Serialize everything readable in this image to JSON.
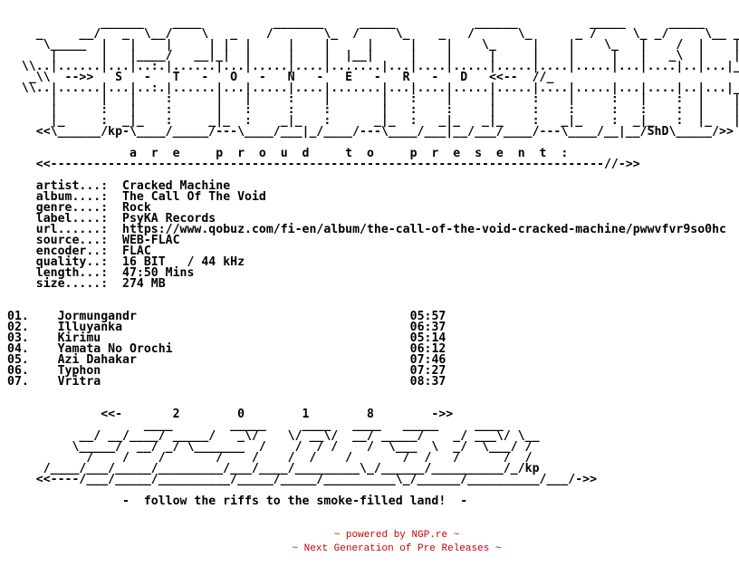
{
  "nfo": {
    "logo_top": "\n             ______    ____          _______     _____           ______          _____      _____\n    _     __/   _  \\__/    \\   _    /       \\_  /     \\_    _   /      \\_      _ /     \\_ _/     \\__ _\n     \\_____  |   |    |     | |  |     |    |     |     |    |    \\_     |    |    \\_   |    /  |    |\n      |      |   |____/   __|_|  |     |    |  |__|     |    |     |     |    |     |   |   _\\  |    |\n  \\\\..|......|...|..:.|......|...|.....|....|.......|...|....|.....|.....|....|.....|...|....|..|...|_//",
    "stoned_line": "   _\\\\  -->>   S   -   T   -   O   -   N   -   E   -   R   -   D   <<--  //_",
    "logo_bottom": "  \\\\..|......|...|..:.|......|...|.....|....|.......|...|....|.....|.....|....|.....|...|....|..|...|_//\n      |      |   |    :      |   |     :    |       |   :    |     |     :    |     :   |    :  |    |\n      |      :   |    :      |   :     :    :       |   :    :     |     :    :     :   :    :  |    |\n      |_     :  _|_   :     _|_  :    _|_   :      _|_  :   _|_   _|_    :   _|_    :  _|_   :  |_   |\n    <<\\______/kp-\\____/_____/---\\____/___|_/____/---\\____/___|__/___/____/---\\____/__|__/ShD\\_____/>>",
    "present_line": "                 a  r  e     p  r  o  u  d     t  o     p  r  e  s  e  n  t  :",
    "present_rule": "    <<-----------------------------------------------------------------------------//->>"
  },
  "info": [
    {
      "label": "artist...:",
      "value": "Cracked Machine"
    },
    {
      "label": "album....:",
      "value": "The Call Of The Void"
    },
    {
      "label": "genre....:",
      "value": "Rock"
    },
    {
      "label": "label....:",
      "value": "PsyKA Records"
    },
    {
      "label": "url......:",
      "value": "https://www.qobuz.com/fi-en/album/the-call-of-the-void-cracked-machine/pwwvfvr9so0hc"
    },
    {
      "label": "source...:",
      "value": "WEB-FLAC"
    },
    {
      "label": "encoder..:",
      "value": "FLAC"
    },
    {
      "label": "quality..:",
      "value": "16 BIT   / 44 kHz"
    },
    {
      "label": "length...:",
      "value": "47:50 Mins"
    },
    {
      "label": "size.....:",
      "value": "274 MB"
    }
  ],
  "tracks": [
    {
      "num": "01.",
      "title": "Jormungandr",
      "duration": "05:57"
    },
    {
      "num": "02.",
      "title": "Illuyanka",
      "duration": "06:37"
    },
    {
      "num": "03.",
      "title": "Kirimu",
      "duration": "05:14"
    },
    {
      "num": "04.",
      "title": "Yamata No Orochi",
      "duration": "06:12"
    },
    {
      "num": "05.",
      "title": "Azi Dahakar",
      "duration": "07:46"
    },
    {
      "num": "06.",
      "title": "Typhon",
      "duration": "07:27"
    },
    {
      "num": "07.",
      "title": "Vritra",
      "duration": "08:37"
    }
  ],
  "year_line": "             <<-       2        0        1        8        ->>",
  "logo_2018": "                   ____        _____     ____   ____   _____     ____\n          __/ __/____/ _____/   _\\/    \\/ __\\/  __/ _____/    _/ ___\\/ \\__\n         \\_____/  __/ _/ \\_______  /    /  / /    /  \\___  \\  _/  \\___/ /\n           /    /    /       /    /    /  /    /       /  /   /      /  /\n     /____/___/_____/_________/___/____/_________\\_/______/__________/_/kp",
  "logo_2018_close": "    <<----/___/_____/__________/_____/_____/__________\\_/______/__________/___/->>",
  "tagline": "                -  follow the riffs to the smoke-filled land!  -",
  "footer": {
    "powered": "~ powered by NGP.re ~",
    "ngp": "~ Next Generation of Pre Releases ~"
  }
}
